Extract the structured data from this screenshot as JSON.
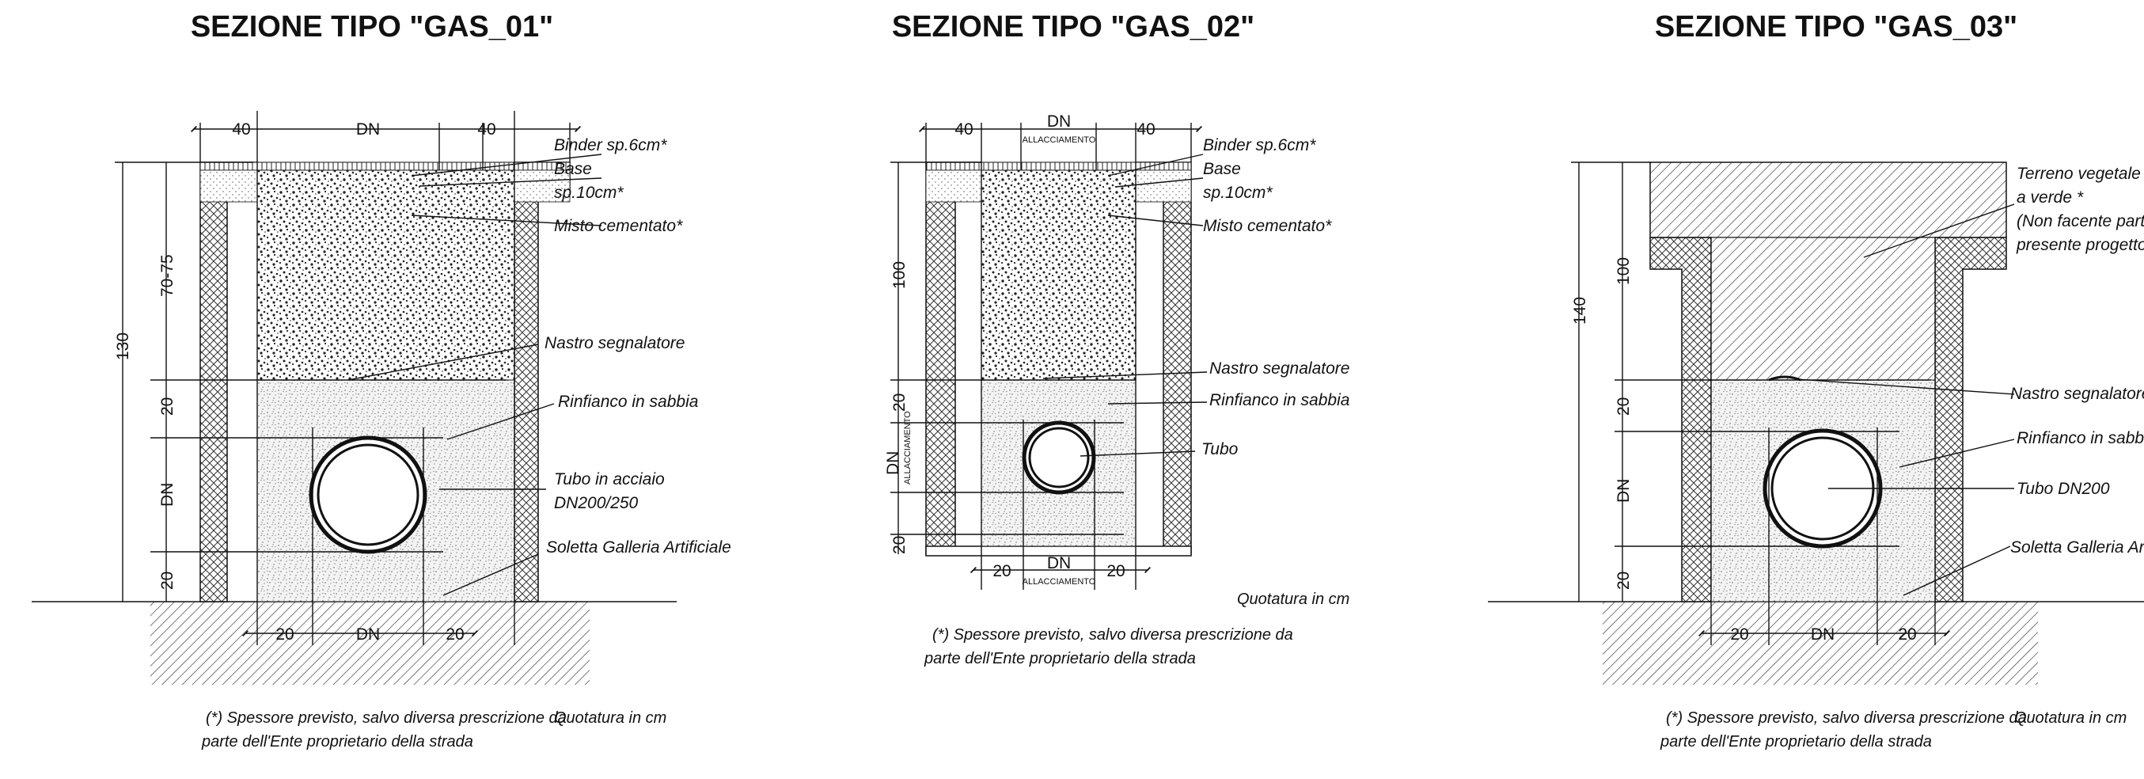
{
  "sections": [
    {
      "title": "SEZIONE TIPO \"GAS_01\"",
      "labels": {
        "binder": "Binder sp.6cm*",
        "base1": "Base",
        "base2": "sp.10cm*",
        "misto": "Misto cementato*",
        "nastro": "Nastro segnalatore",
        "rinfianco": "Rinfianco in sabbia",
        "tubo1": "Tubo in acciaio",
        "tubo2": "DN200/250",
        "soletta": "Soletta Galleria Artificiale"
      },
      "dims": {
        "top_left": "40",
        "top_mid": "DN",
        "top_right": "40",
        "h_total": "130",
        "h_fill": "70-75",
        "h_20a": "20",
        "h_dn": "DN",
        "h_20b": "20",
        "bot_left": "20",
        "bot_mid": "DN",
        "bot_right": "20"
      },
      "note1": "(*) Spessore previsto, salvo diversa prescrizione da",
      "note2": "parte dell'Ente proprietario della strada",
      "quotatura": "Quotatura in cm"
    },
    {
      "title": "SEZIONE TIPO \"GAS_02\"",
      "labels": {
        "binder": "Binder sp.6cm*",
        "base1": "Base",
        "base2": "sp.10cm*",
        "misto": "Misto cementato*",
        "nastro": "Nastro segnalatore",
        "rinfianco": "Rinfianco in sabbia",
        "tubo": "Tubo"
      },
      "dims": {
        "top_left": "40",
        "top_mid": "DN",
        "top_mid_sub": "ALLACCIAMENTO",
        "top_right": "40",
        "h_total": "100",
        "h_20": "20",
        "h_dn": "DN",
        "h_dn_sub": "ALLACCIAMENTO",
        "h_20b": "20",
        "bot_left": "20",
        "bot_mid": "DN",
        "bot_mid_sub": "ALLACCIAMENTO",
        "bot_right": "20"
      },
      "note1": "(*) Spessore previsto, salvo diversa prescrizione da",
      "note2": "parte dell'Ente proprietario della strada",
      "quotatura": "Quotatura in cm"
    },
    {
      "title": "SEZIONE TIPO \"GAS_03\"",
      "labels": {
        "terreno1": "Terreno vegetale pe",
        "terreno2": "a verde *",
        "terreno3": "(Non facente parte d",
        "terreno4": "presente progetto)",
        "nastro": "Nastro segnalatore",
        "rinfianco": "Rinfianco in sabbia",
        "tubo": "Tubo DN200",
        "soletta": "Soletta Galleria Artificia"
      },
      "dims": {
        "h_total": "140",
        "h_fill": "100",
        "h_20a": "20",
        "h_dn": "DN",
        "h_20b": "20",
        "bot_left": "20",
        "bot_mid": "DN",
        "bot_right": "20"
      },
      "note1": "(*) Spessore previsto, salvo diversa prescrizione da",
      "note2": "parte dell'Ente proprietario della strada",
      "quotatura": "Quotatura in cm"
    }
  ]
}
